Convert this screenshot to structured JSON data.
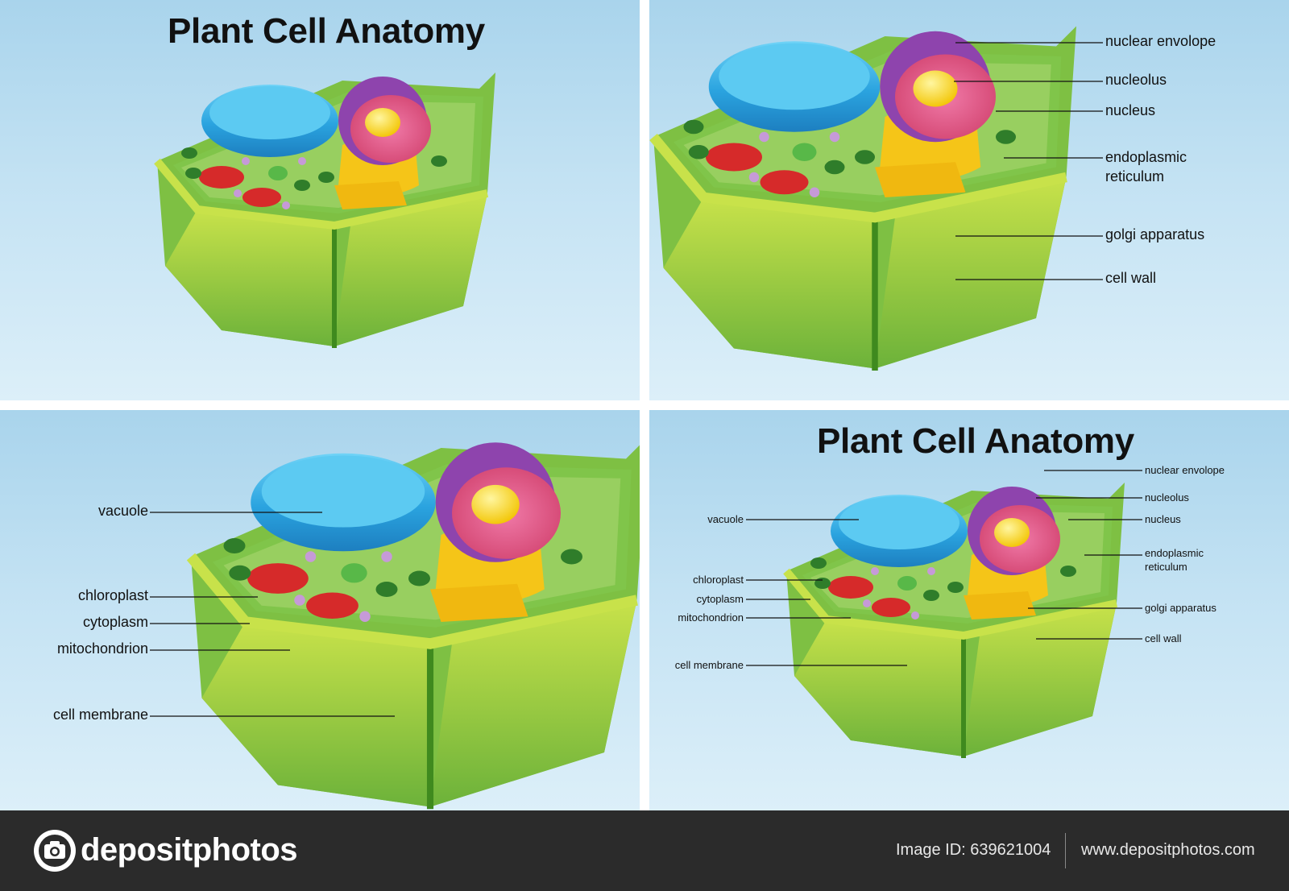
{
  "title": "Plant Cell Anatomy",
  "panels": {
    "top_right_labels": [
      "nuclear envolope",
      "nucleolus",
      "nucleus",
      "endoplasmic reticulum",
      "golgi apparatus",
      "cell wall"
    ],
    "bottom_left_labels": [
      "vacuole",
      "chloroplast",
      "cytoplasm",
      "mitochondrion",
      "cell membrane"
    ],
    "bottom_right_left_labels": [
      "vacuole",
      "chloroplast",
      "cytoplasm",
      "mitochondrion",
      "cell membrane"
    ],
    "bottom_right_right_labels": [
      "nuclear envolope",
      "nucleolus",
      "nucleus",
      "endoplasmic reticulum",
      "golgi apparatus",
      "cell wall"
    ]
  },
  "labels": {
    "nuclear_envolope": "nuclear envolope",
    "nucleolus": "nucleolus",
    "nucleus": "nucleus",
    "er_line1": "endoplasmic",
    "er_line2": "reticulum",
    "golgi": "golgi apparatus",
    "cell_wall": "cell wall",
    "vacuole": "vacuole",
    "chloroplast": "chloroplast",
    "cytoplasm": "cytoplasm",
    "mitochondrion": "mitochondrion",
    "cell_membrane": "cell membrane"
  },
  "watermark": "depositphotos",
  "footer": {
    "brand": "depositphotos",
    "image_id": "Image ID: 639621004",
    "site": "www.depositphotos.com"
  },
  "colors": {
    "sky": "#b9dcf0",
    "cell_wall": "#8cc63f",
    "cytoplasm": "#7dc242",
    "vacuole": "#29a8e0",
    "nucleus_purple": "#8e44ad",
    "nucleus_pink": "#e2558c",
    "nucleolus": "#ffe000",
    "er_golgi": "#f7c81a",
    "mitochondrion": "#d62a2a",
    "footer_bg": "#2b2b2b"
  },
  "icons": [
    "camera-logo-icon"
  ]
}
